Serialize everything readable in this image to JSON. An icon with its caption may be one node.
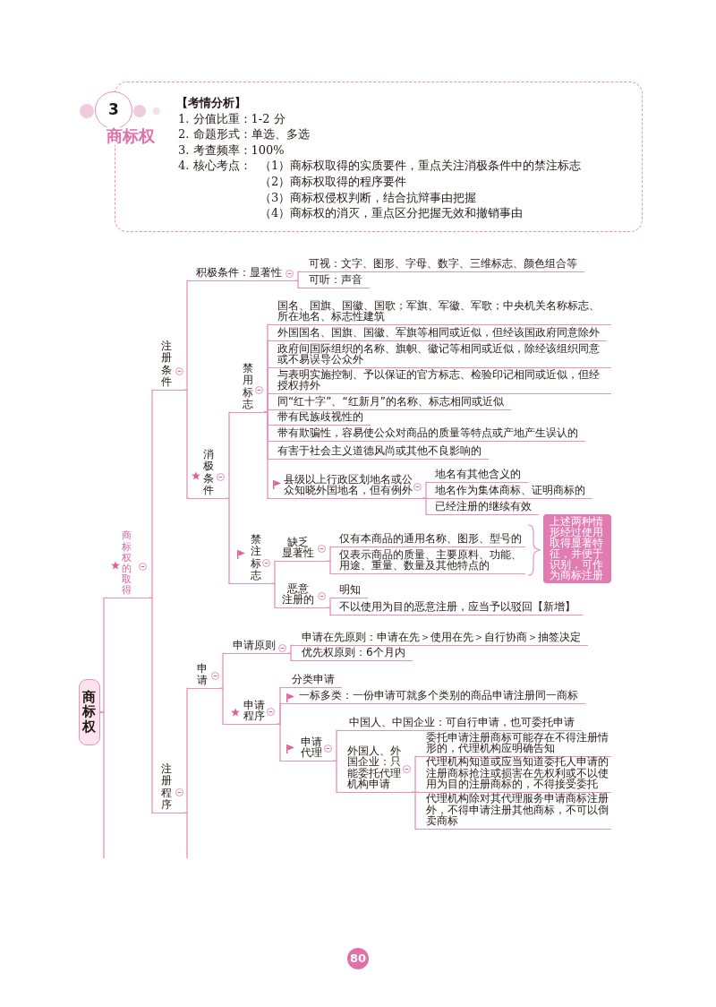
{
  "diagram": {
    "nodes": [
      {
        "text": [
          "3"
        ],
        "beside": [
          "商标权"
        ]
      },
      {
        "text": [
          "【考情分析】",
          "1. 分值比重：1-2 分",
          "2. 命题形式：单选、多选",
          "3. 考查频率：100%",
          "4. 核心考点：",
          "（1）商标权取得的实质要件，重点关注消极条件中的禁注标志",
          "（2）商标权取得的程序要件",
          "（3）商标权侵权判断，结合抗辩事由把握",
          "（4）商标权的消灭，重点区分把握无效和撤销事由"
        ]
      },
      {
        "text": [
          "商标权"
        ]
      },
      {
        "text": [
          "商标权的取得"
        ]
      },
      {
        "text": [
          "注册条件"
        ]
      },
      {
        "text": [
          "积极条件：显著性"
        ]
      },
      {
        "text": [
          "可视：文字、图形、字母、数字、三维标志、颜色组合等"
        ]
      },
      {
        "text": [
          "可听：声音"
        ]
      },
      {
        "text": [
          "消极条件"
        ]
      },
      {
        "text": [
          "禁用标志"
        ]
      },
      {
        "text": [
          "国名、国旗、国徽、国歌；军旗、军徽、军歌；中央机关名称标志、所在地名、标志性建筑"
        ]
      },
      {
        "text": [
          "外国国名、国旗、国徽、军旗等相同或近似，但经该国政府同意除外"
        ]
      },
      {
        "text": [
          "政府间国际组织的名称、旗帜、徽记等相同或近似，除经该组织同意或不易误导公众外"
        ]
      },
      {
        "text": [
          "与表明实施控制、予以保证的官方标志、检验印记相同或近似，但经授权持外"
        ]
      },
      {
        "text": [
          "同“红十字”、“红新月”的名称、标志相同或近似"
        ]
      },
      {
        "text": [
          "带有民族歧视性的"
        ]
      },
      {
        "text": [
          "带有欺骗性，容易使公众对商品的质量等特点或产地产生误认的"
        ]
      },
      {
        "text": [
          "有害于社会主义道德风尚或其他不良影响的"
        ]
      },
      {
        "text": [
          "县级以上行政区划地名或公众知晓外国地名，但有例外"
        ]
      },
      {
        "text": [
          "地名有其他含义的"
        ]
      },
      {
        "text": [
          "地名作为集体商标、证明商标的"
        ]
      },
      {
        "text": [
          "已经注册的继续有效"
        ]
      },
      {
        "text": [
          "禁注标志"
        ]
      },
      {
        "text": [
          "缺乏显著性"
        ]
      },
      {
        "text": [
          "仅有本商品的通用名称、图形、型号的"
        ]
      },
      {
        "text": [
          "仅表示商品的质量、主要原料、功能、用途、重量、数量及其他特点的"
        ]
      },
      {
        "text": [
          "上述两种情形经过使用取得显著特征，并便于识别，可作为商标注册"
        ]
      },
      {
        "text": [
          "恶意注册的"
        ]
      },
      {
        "text": [
          "明知"
        ]
      },
      {
        "text": [
          "不以使用为目的恶意注册，应当予以驳回【新增】"
        ]
      },
      {
        "text": [
          "注册程序"
        ]
      },
      {
        "text": [
          "申请"
        ]
      },
      {
        "text": [
          "申请原则"
        ]
      },
      {
        "text": [
          "申请在先原则：申请在先＞使用在先＞自行协商＞抽签决定"
        ]
      },
      {
        "text": [
          "优先权原则：6个月内"
        ]
      },
      {
        "text": [
          "申请程序"
        ]
      },
      {
        "text": [
          "分类申请"
        ]
      },
      {
        "text": [
          "一标多类：一份申请可就多个类别的商品申请注册同一商标"
        ]
      },
      {
        "text": [
          "申请代理"
        ]
      },
      {
        "text": [
          "中国人、中国企业：可自行申请，也可委托申请"
        ]
      },
      {
        "text": [
          "外国人、外国企业：只能委托代理机构申请"
        ]
      },
      {
        "text": [
          "委托申请注册商标可能存在不得注册情形的，代理机构应明确告知"
        ]
      },
      {
        "text": [
          "代理机构知道或应当知道委托人申请的注册商标抢注或损害在先权利或不以使用为目的注册商标的，不得接受委托"
        ]
      },
      {
        "text": [
          "代理机构除对其代理服务申请商标注册外，不得申请注册其他商标，不可以倒卖商标"
        ]
      }
    ],
    "edges": [
      {
        "from": 2,
        "to": 3,
        "arrow": "none"
      },
      {
        "from": 2,
        "to": null,
        "arrow": "none"
      },
      {
        "from": 3,
        "to": 4,
        "arrow": "none"
      },
      {
        "from": 3,
        "to": 30,
        "arrow": "none"
      },
      {
        "from": 4,
        "to": 5,
        "arrow": "none"
      },
      {
        "from": 4,
        "to": 8,
        "arrow": "none"
      },
      {
        "from": 5,
        "to": 6,
        "arrow": "none"
      },
      {
        "from": 5,
        "to": 7,
        "arrow": "none"
      },
      {
        "from": 8,
        "to": 9,
        "arrow": "none"
      },
      {
        "from": 8,
        "to": 22,
        "arrow": "none"
      },
      {
        "from": 9,
        "to": 10,
        "arrow": "none"
      },
      {
        "from": 9,
        "to": 11,
        "arrow": "none"
      },
      {
        "from": 9,
        "to": 12,
        "arrow": "none"
      },
      {
        "from": 9,
        "to": 13,
        "arrow": "none"
      },
      {
        "from": 9,
        "to": 14,
        "arrow": "none"
      },
      {
        "from": 9,
        "to": 15,
        "arrow": "none"
      },
      {
        "from": 9,
        "to": 16,
        "arrow": "none"
      },
      {
        "from": 9,
        "to": 17,
        "arrow": "none"
      },
      {
        "from": 9,
        "to": 18,
        "arrow": "none"
      },
      {
        "from": 18,
        "to": 19,
        "arrow": "none"
      },
      {
        "from": 18,
        "to": 20,
        "arrow": "none"
      },
      {
        "from": 18,
        "to": 21,
        "arrow": "none"
      },
      {
        "from": 22,
        "to": 23,
        "arrow": "none"
      },
      {
        "from": 22,
        "to": 27,
        "arrow": "none"
      },
      {
        "from": 23,
        "to": 24,
        "arrow": "none"
      },
      {
        "from": 23,
        "to": 25,
        "arrow": "none"
      },
      {
        "from": 27,
        "to": 28,
        "arrow": "none"
      },
      {
        "from": 27,
        "to": 29,
        "arrow": "none"
      },
      {
        "from": 30,
        "to": 31,
        "arrow": "none"
      },
      {
        "from": 30,
        "to": null,
        "arrow": "none"
      },
      {
        "from": 31,
        "to": 32,
        "arrow": "none"
      },
      {
        "from": 31,
        "to": 35,
        "arrow": "none"
      },
      {
        "from": 32,
        "to": 33,
        "arrow": "none"
      },
      {
        "from": 32,
        "to": 34,
        "arrow": "none"
      },
      {
        "from": 35,
        "to": 36,
        "arrow": "none"
      },
      {
        "from": 35,
        "to": 37,
        "arrow": "none"
      },
      {
        "from": 35,
        "to": 38,
        "arrow": "none"
      },
      {
        "from": 38,
        "to": 39,
        "arrow": "none"
      },
      {
        "from": 38,
        "to": 40,
        "arrow": "none"
      },
      {
        "from": 40,
        "to": 41,
        "arrow": "none"
      },
      {
        "from": 40,
        "to": 42,
        "arrow": "none"
      },
      {
        "from": 40,
        "to": 43,
        "arrow": "none"
      }
    ],
    "labels": [
      "80"
    ]
  }
}
